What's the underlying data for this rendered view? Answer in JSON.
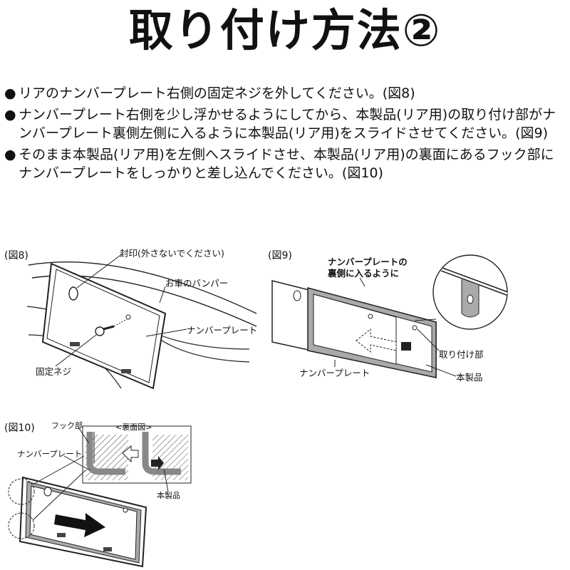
{
  "title": "取り付け方法②",
  "bullet": "●",
  "steps": [
    "リアのナンバープレート右側の固定ネジを外してください。(図8)",
    "ナンバープレート右側を少し浮かせるようにしてから、本製品(リア用)の取り付け部がナンバープレート裏側左側に入るように本製品(リア用)をスライドさせてください。(図9)",
    "そのまま本製品(リア用)を左側へスライドさせ、本製品(リア用)の裏面にあるフック部にナンバープレートをしっかりと差し込んでください。(図10)"
  ],
  "fig8": {
    "label": "(図8)",
    "seal": "封印(外さないでください)",
    "bumper": "お車のバンパー",
    "plate": "ナンバープレート",
    "screw": "固定ネジ"
  },
  "fig9": {
    "label": "(図9)",
    "insert_line1": "ナンバープレートの",
    "insert_line2": "裏側に入るように",
    "mount": "取り付け部",
    "product": "本製品",
    "plate": "ナンバープレート"
  },
  "fig10": {
    "label": "(図10)",
    "hook": "フック部",
    "back_view": "<裏面図>",
    "plate": "ナンバープレート",
    "product": "本製品"
  }
}
